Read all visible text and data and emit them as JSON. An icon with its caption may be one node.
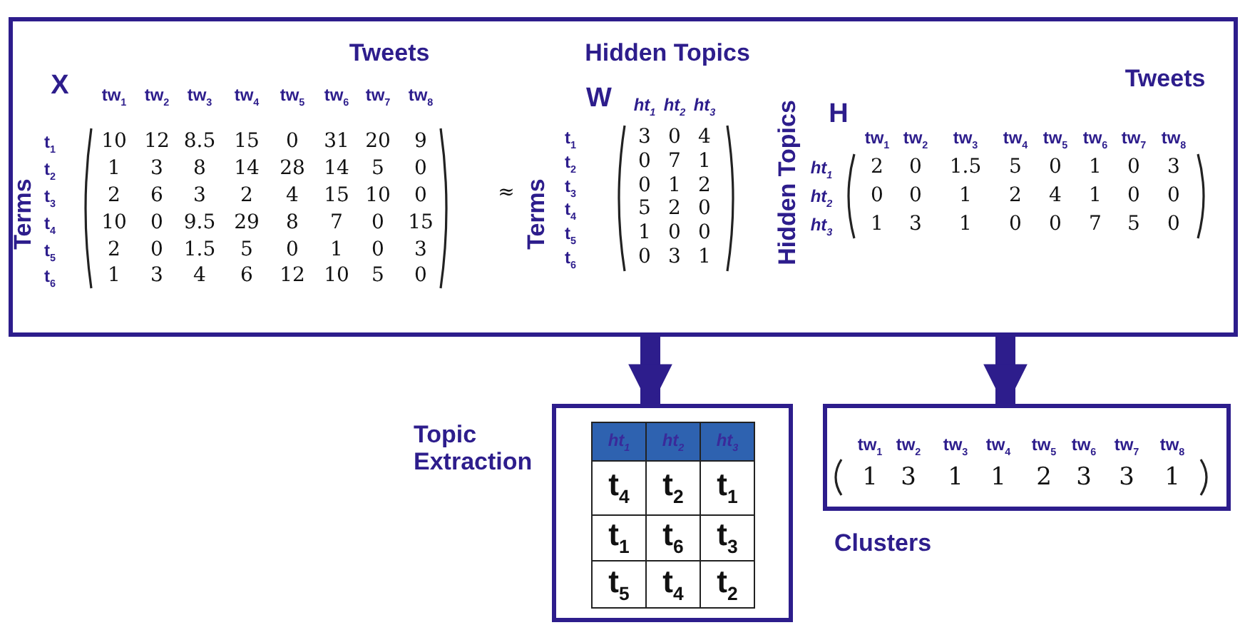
{
  "diagram": {
    "nodes": [
      {
        "text": [],
        "shape": "box"
      },
      {
        "text": [],
        "shape": "box",
        "beside": [
          "Topic Extraction"
        ]
      },
      {
        "text": [],
        "shape": "box",
        "beside": [
          "Clusters"
        ]
      }
    ],
    "edges": [
      {
        "from": 0,
        "to": 1,
        "arrow": "to"
      },
      {
        "from": 0,
        "to": 2,
        "arrow": "to"
      }
    ],
    "labels": [
      "Tweets",
      "X",
      "tw$_{1}$",
      "tw$_{2}$",
      "tw$_{3}$",
      "tw$_{4}$",
      "tw$_{5}$",
      "tw$_{6}$",
      "tw$_{7}$",
      "tw$_{8}$",
      "Terms",
      "t$_{1}$",
      "10",
      "12",
      "8.5",
      "15",
      "0",
      "31",
      "20",
      "9",
      "t$_{2}$",
      "1",
      "3",
      "8",
      "14",
      "28",
      "14",
      "5",
      "0",
      "t$_{3}$",
      "2",
      "6",
      "3",
      "2",
      "4",
      "15",
      "10",
      "0",
      "t$_{4}$",
      "10",
      "0",
      "9.5",
      "29",
      "8",
      "7",
      "0",
      "15",
      "t$_{5}$",
      "2",
      "0",
      "1.5",
      "5",
      "0",
      "1",
      "0",
      "3",
      "t$_{6}$",
      "1",
      "3",
      "4",
      "6",
      "12",
      "10",
      "5",
      "0",
      "≈",
      "Hidden Topics",
      "W",
      "ht$_{1}$",
      "ht$_{2}$",
      "ht$_{3}$",
      "Terms",
      "t$_{1}$",
      "3",
      "0",
      "4",
      "t$_{2}$",
      "0",
      "7",
      "1",
      "t$_{3}$",
      "0",
      "1",
      "2",
      "t$_{4}$",
      "5",
      "2",
      "0",
      "t$_{5}$",
      "1",
      "0",
      "0",
      "t$_{6}$",
      "0",
      "3",
      "1",
      "Tweets",
      "Hidden Topics",
      "H",
      "tw$_{1}$",
      "tw$_{2}$",
      "tw$_{3}$",
      "tw$_{4}$",
      "tw$_{5}$",
      "tw$_{6}$",
      "tw$_{7}$",
      "tw$_{8}$",
      "ht$_{1}$",
      "2",
      "0",
      "1.5",
      "5",
      "0",
      "1",
      "0",
      "3",
      "ht$_{2}$",
      "0",
      "0",
      "1",
      "2",
      "4",
      "1",
      "0",
      "0",
      "ht$_{3}$",
      "1",
      "3",
      "1",
      "0",
      "0",
      "7",
      "5",
      "0",
      "ht$_{1}$",
      "ht$_{2}$",
      "ht$_{3}$",
      "t$_{4}$",
      "t$_{2}$",
      "t$_{1}$",
      "t$_{1}$",
      "t$_{6}$",
      "t$_{3}$",
      "t$_{5}$",
      "t$_{4}$",
      "t$_{2}$",
      "tw$_{1}$",
      "tw$_{2}$",
      "tw$_{3}$",
      "tw$_{4}$",
      "tw$_{5}$",
      "tw$_{6}$",
      "tw$_{7}$",
      "tw$_{8}$",
      "1",
      "3",
      "1",
      "1",
      "2",
      "3",
      "3",
      "1"
    ]
  }
}
